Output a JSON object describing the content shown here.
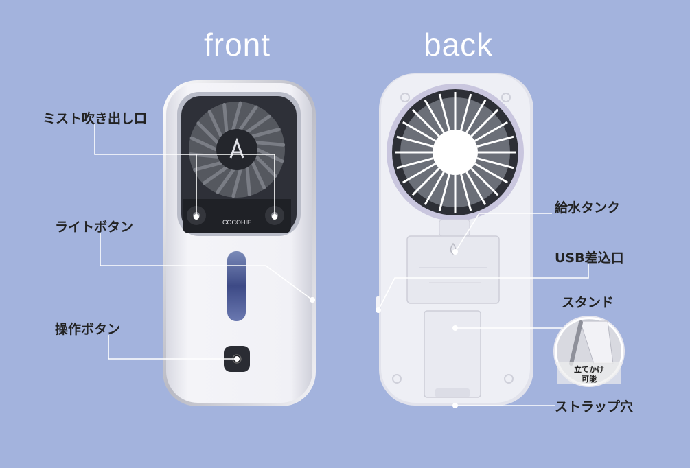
{
  "headings": {
    "front": "front",
    "back": "back"
  },
  "labels": {
    "mist_outlet": "ミスト吹き出し口",
    "light_button": "ライトボタン",
    "operation_button": "操作ボタン",
    "water_tank": "給水タンク",
    "usb_port": "USB差込口",
    "stand": "スタンド",
    "strap_hole": "ストラップ穴"
  },
  "stand_badge": {
    "line1": "立てかけ",
    "line2": "可能"
  },
  "device": {
    "brand": "COCOHIE"
  },
  "colors": {
    "background": "#a3b3dd",
    "callout_line": "#ffffff",
    "device_body": "#efeff4",
    "fan_blades": "#ffffff",
    "fan_dark": "#2a2c33"
  }
}
